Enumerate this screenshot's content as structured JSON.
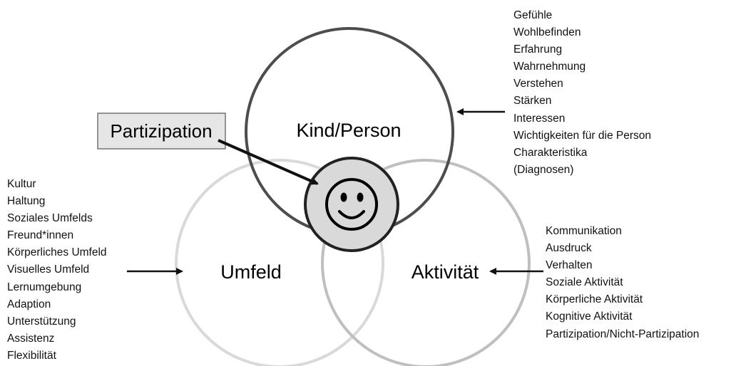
{
  "labels": {
    "partizipation": "Partizipation",
    "kind_person": "Kind/Person",
    "umfeld": "Umfeld",
    "aktivitaet": "Aktivität"
  },
  "lists": {
    "kind_person": [
      "Gefühle",
      "Wohlbefinden",
      "Erfahrung",
      "Wahrnehmung",
      "Verstehen",
      "Stärken",
      "Interessen",
      "Wichtigkeiten für die Person",
      "Charakteristika",
      "(Diagnosen)"
    ],
    "umfeld": [
      "Kultur",
      "Haltung",
      "Soziales Umfelds",
      "Freund*innen",
      "Körperliches Umfeld",
      "Visuelles Umfeld",
      "Lernumgebung",
      "Adaption",
      "Unterstützung",
      "Assistenz",
      "Flexibilität"
    ],
    "aktivitaet": [
      "Kommunikation",
      "Ausdruck",
      "Verhalten",
      "Soziale Aktivität",
      "Körperliche Aktivität",
      "Kognitive Aktivität",
      "Partizipation/Nicht-Partizipation"
    ]
  },
  "colors": {
    "kind_circle": "#4d4d4d",
    "umfeld_circle": "#d9d9d9",
    "aktivitaet_circle": "#bfbfbf",
    "center_fill": "#d9d9d9",
    "label_box_fill": "#e6e6e6",
    "arrow": "#111111"
  },
  "icons": {
    "center": "smiley-face-icon"
  }
}
